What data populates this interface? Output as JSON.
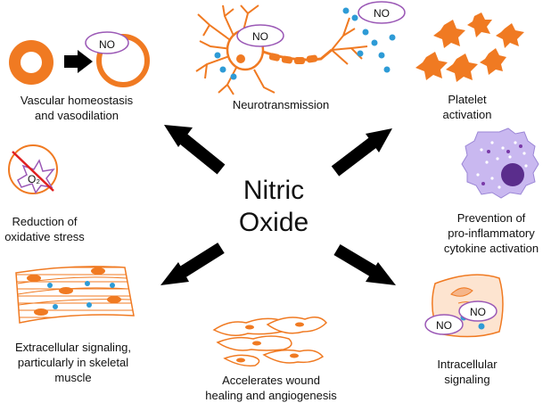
{
  "center": {
    "line1": "Nitric",
    "line2": "Oxide"
  },
  "no_label": "NO",
  "o2_label": "O₂",
  "captions": {
    "vascular": {
      "line1": "Vascular homeostasis",
      "line2": "and vasodilation"
    },
    "neuro": {
      "line1": "Neurotransmission"
    },
    "platelet": {
      "line1": "Platelet",
      "line2": "activation"
    },
    "oxidative": {
      "line1": "Reduction of",
      "line2": "oxidative stress"
    },
    "cytokine": {
      "line1": "Prevention of",
      "line2": "pro-inflammatory",
      "line3": "cytokine activation"
    },
    "extracellular": {
      "line1": "Extracellular signaling,",
      "line2": "particularly in skeletal",
      "line3": "muscle"
    },
    "wound": {
      "line1": "Accelerates wound",
      "line2": "healing and angiogenesis"
    },
    "intracellular": {
      "line1": "Intracellular",
      "line2": "signaling"
    }
  },
  "colors": {
    "accent": "#f07a22",
    "no_oval": "#9b59b6",
    "dot": "#2e9bd6",
    "cytokine": "#c9b8f0",
    "nucleus": "#5a2d8c",
    "arrow": "#000000",
    "cross": "#e02020"
  }
}
